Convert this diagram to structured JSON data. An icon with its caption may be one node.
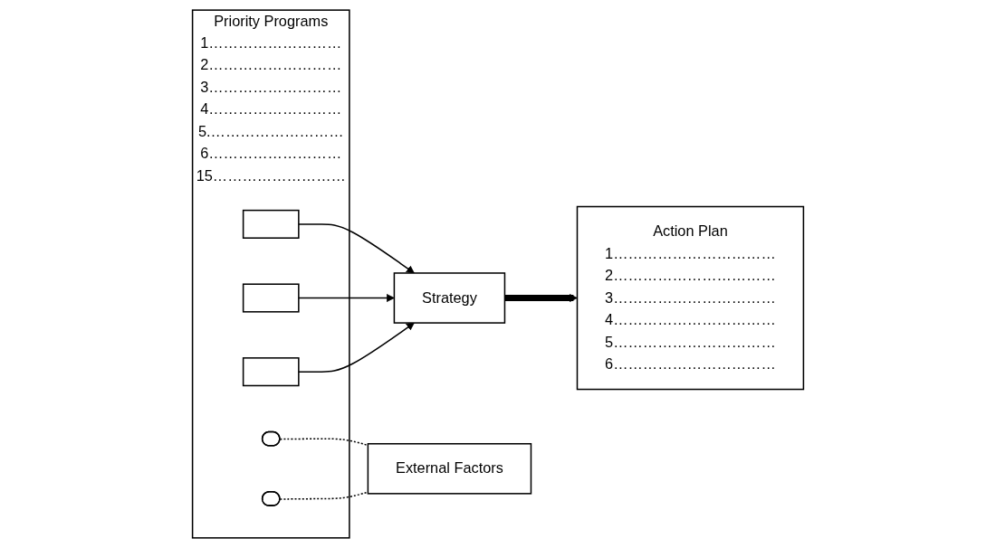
{
  "diagram": {
    "nodes": [
      {
        "text": [
          "Priority Programs",
          "1………………………",
          "2………………………",
          "3………………………",
          "4………………………",
          "5.………………………",
          "6………………………",
          "15………………………"
        ]
      },
      {
        "text": [],
        "shape": "box",
        "in": 0
      },
      {
        "text": [],
        "shape": "ellipse",
        "in": 0
      },
      {
        "text": [],
        "shape": "box",
        "in": 0
      },
      {
        "text": [],
        "shape": "box",
        "in": 0
      },
      {
        "text": [],
        "shape": "ellipse",
        "in": 0
      },
      {
        "text": [
          "Strategy"
        ]
      },
      {
        "text": [
          "Action Plan",
          "1……………………………",
          "2……………………………",
          "3……………………………",
          "4……………………………",
          "5……………………………",
          "6……………………………"
        ]
      },
      {
        "text": [
          "External Factors"
        ]
      }
    ],
    "edges": [
      {
        "from": 1,
        "to": 6,
        "arrow": "to"
      },
      {
        "from": 3,
        "to": 6,
        "arrow": "to"
      },
      {
        "from": 4,
        "to": 6,
        "arrow": "to"
      },
      {
        "from": 2,
        "to": 8,
        "arrow": "none",
        "style": "dashed"
      },
      {
        "from": 5,
        "to": 8,
        "arrow": "none",
        "style": "dashed"
      },
      {
        "from": 6,
        "to": 7,
        "arrow": "to",
        "style": "thick"
      }
    ]
  }
}
